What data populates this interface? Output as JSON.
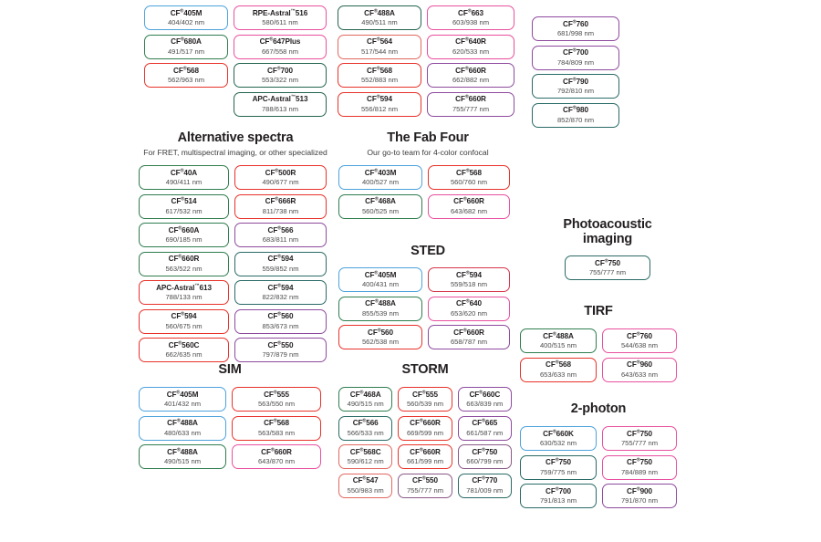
{
  "meta": {
    "reg_mark": "®",
    "tm_mark": "™"
  },
  "colors": {
    "blue": "#4da2dc",
    "green": "#2f7d4f",
    "darkgreen": "#24654f",
    "teal": "#2a6b66",
    "red": "#e8322a",
    "red2": "#e0453c",
    "salmon": "#e2685f",
    "crimson": "#d6354a",
    "pink": "#e8509f",
    "hotpink": "#e94d9b",
    "magenta": "#d9338c",
    "purple": "#8e4a9e",
    "violet": "#6f4a97",
    "plum": "#9c4f9c",
    "mauve": "#8a5a86",
    "text": "#231f20",
    "subtext": "#4c4c4e"
  },
  "top_groups": [
    {
      "id": "top-group-1",
      "columns": [
        {
          "items": [
            {
              "name": "CF",
              "sup": "®",
              "suffix": "405M",
              "spec": "404/402 nm",
              "color": "#4da2dc"
            },
            {
              "name": "CF",
              "sup": "®",
              "suffix": "680A",
              "spec": "491/517 nm",
              "color": "#2f7d4f"
            },
            {
              "name": "CF",
              "sup": "®",
              "suffix": "568",
              "spec": "562/963 nm",
              "color": "#e8322a"
            }
          ]
        },
        {
          "items": [
            {
              "name": "RPE-Astral",
              "sup": "™",
              "suffix": "516",
              "spec": "580/611 nm",
              "color": "#e8509f"
            },
            {
              "name": "CF",
              "sup": "®",
              "suffix": "647Plus",
              "spec": "667/558 nm",
              "color": "#e8509f"
            },
            {
              "name": "CF",
              "sup": "®",
              "suffix": "700",
              "spec": "553/322 nm",
              "color": "#24654f"
            },
            {
              "name": "APC-Astral",
              "sup": "™",
              "suffix": "513",
              "spec": "788/613 nm",
              "color": "#24654f"
            }
          ]
        }
      ]
    },
    {
      "id": "top-group-2",
      "columns": [
        {
          "items": [
            {
              "name": "CF",
              "sup": "®",
              "suffix": "488A",
              "spec": "490/511 nm",
              "color": "#24654f"
            },
            {
              "name": "CF",
              "sup": "®",
              "suffix": "564",
              "spec": "517/544 nm",
              "color": "#e2685f"
            },
            {
              "name": "CF",
              "sup": "®",
              "suffix": "568",
              "spec": "552/883 nm",
              "color": "#e8322a"
            },
            {
              "name": "CF",
              "sup": "®",
              "suffix": "594",
              "spec": "556/812 nm",
              "color": "#e8322a"
            }
          ]
        },
        {
          "items": [
            {
              "name": "CF",
              "sup": "®",
              "suffix": "663",
              "spec": "603/938 nm",
              "color": "#e8509f"
            },
            {
              "name": "CF",
              "sup": "®",
              "suffix": "640R",
              "spec": "620/533 nm",
              "color": "#e94d9b"
            },
            {
              "name": "CF",
              "sup": "®",
              "suffix": "660R",
              "spec": "662/882 nm",
              "color": "#8e4a9e"
            },
            {
              "name": "CF",
              "sup": "®",
              "suffix": "660R",
              "spec": "755/777 nm",
              "color": "#8e4a9e"
            }
          ]
        }
      ]
    },
    {
      "id": "top-group-3",
      "columns": [
        {
          "items": [
            {
              "name": "CF",
              "sup": "®",
              "suffix": "760",
              "spec": "681/998 nm",
              "color": "#8e4a9e"
            },
            {
              "name": "CF",
              "sup": "®",
              "suffix": "700",
              "spec": "784/809 nm",
              "color": "#8e4a9e"
            },
            {
              "name": "CF",
              "sup": "®",
              "suffix": "790",
              "spec": "792/810 nm",
              "color": "#2a6b66"
            },
            {
              "name": "CF",
              "sup": "®",
              "suffix": "980",
              "spec": "852/870 nm",
              "color": "#2a6b66"
            }
          ]
        }
      ]
    }
  ],
  "sections": [
    {
      "id": "alternative-spectra",
      "title": "Alternative spectra",
      "subtitle": "For FRET, multispectral imaging, or other specialized",
      "columns": [
        {
          "items": [
            {
              "name": "CF",
              "sup": "®",
              "suffix": "40A",
              "spec": "490/411 nm",
              "color": "#2f7d4f"
            },
            {
              "name": "CF",
              "sup": "®",
              "suffix": "514",
              "spec": "617/532 nm",
              "color": "#2f7d4f"
            },
            {
              "name": "CF",
              "sup": "®",
              "suffix": "660A",
              "spec": "690/185 nm",
              "color": "#2f7d4f"
            },
            {
              "name": "CF",
              "sup": "®",
              "suffix": "660R",
              "spec": "563/522 nm",
              "color": "#2f7d4f"
            },
            {
              "name": "APC-Astral",
              "sup": "™",
              "suffix": "613",
              "spec": "788/133 nm",
              "color": "#e8322a"
            },
            {
              "name": "CF",
              "sup": "®",
              "suffix": "594",
              "spec": "560/675 nm",
              "color": "#e8322a"
            },
            {
              "name": "CF",
              "sup": "®",
              "suffix": "560C",
              "spec": "662/635 nm",
              "color": "#e8322a"
            }
          ]
        },
        {
          "items": [
            {
              "name": "CF",
              "sup": "®",
              "suffix": "500R",
              "spec": "490/677 nm",
              "color": "#e8322a"
            },
            {
              "name": "CF",
              "sup": "®",
              "suffix": "666R",
              "spec": "811/738 nm",
              "color": "#e8322a"
            },
            {
              "name": "CF",
              "sup": "®",
              "suffix": "566",
              "spec": "683/811 nm",
              "color": "#8e4a9e"
            },
            {
              "name": "CF",
              "sup": "®",
              "suffix": "594",
              "spec": "559/852 nm",
              "color": "#2a6b66"
            },
            {
              "name": "CF",
              "sup": "®",
              "suffix": "594",
              "spec": "822/832 nm",
              "color": "#2a6b66"
            },
            {
              "name": "CF",
              "sup": "®",
              "suffix": "560",
              "spec": "853/673 nm",
              "color": "#8e4a9e"
            },
            {
              "name": "CF",
              "sup": "®",
              "suffix": "550",
              "spec": "797/879 nm",
              "color": "#8e4a9e"
            }
          ]
        }
      ]
    },
    {
      "id": "the-fab-four",
      "title": "The Fab Four",
      "subtitle": "Our go-to team for 4-color confocal",
      "columns": [
        {
          "items": [
            {
              "name": "CF",
              "sup": "®",
              "suffix": "403M",
              "spec": "400/527 nm",
              "color": "#4da2dc"
            },
            {
              "name": "CF",
              "sup": "®",
              "suffix": "468A",
              "spec": "560/525 nm",
              "color": "#2f7d4f"
            }
          ]
        },
        {
          "items": [
            {
              "name": "CF",
              "sup": "®",
              "suffix": "568",
              "spec": "560/760 nm",
              "color": "#e8322a"
            },
            {
              "name": "CF",
              "sup": "®",
              "suffix": "660R",
              "spec": "643/682 nm",
              "color": "#e8509f"
            }
          ]
        }
      ]
    },
    {
      "id": "sted",
      "title": "STED",
      "subtitle": "",
      "columns": [
        {
          "items": [
            {
              "name": "CF",
              "sup": "®",
              "suffix": "405M",
              "spec": "400/431 nm",
              "color": "#4da2dc"
            },
            {
              "name": "CF",
              "sup": "®",
              "suffix": "488A",
              "spec": "855/539 nm",
              "color": "#2f7d4f"
            },
            {
              "name": "CF",
              "sup": "®",
              "suffix": "560",
              "spec": "562/538 nm",
              "color": "#e8322a"
            }
          ]
        },
        {
          "items": [
            {
              "name": "CF",
              "sup": "®",
              "suffix": "594",
              "spec": "559/518 nm",
              "color": "#d6354a"
            },
            {
              "name": "CF",
              "sup": "®",
              "suffix": "640",
              "spec": "653/620 nm",
              "color": "#e8509f"
            },
            {
              "name": "CF",
              "sup": "®",
              "suffix": "660R",
              "spec": "658/787 nm",
              "color": "#8e4a9e"
            }
          ]
        }
      ]
    },
    {
      "id": "photoacoustic-imaging",
      "title": "Photoacoustic imaging",
      "subtitle": "",
      "columns": [
        {
          "items": [
            {
              "name": "CF",
              "sup": "®",
              "suffix": "750",
              "spec": "755/777 nm",
              "color": "#2a6b66"
            }
          ]
        }
      ]
    },
    {
      "id": "tirf",
      "title": "TIRF",
      "subtitle": "",
      "columns": [
        {
          "items": [
            {
              "name": "CF",
              "sup": "®",
              "suffix": "488A",
              "spec": "400/515 nm",
              "color": "#2f7d4f"
            },
            {
              "name": "CF",
              "sup": "®",
              "suffix": "568",
              "spec": "653/633 nm",
              "color": "#e8322a"
            }
          ]
        },
        {
          "items": [
            {
              "name": "CF",
              "sup": "®",
              "suffix": "760",
              "spec": "544/638 nm",
              "color": "#e8509f"
            },
            {
              "name": "CF",
              "sup": "®",
              "suffix": "960",
              "spec": "643/633 nm",
              "color": "#e8509f"
            }
          ]
        }
      ]
    },
    {
      "id": "two-photon",
      "title": "2-photon",
      "subtitle": "",
      "columns": [
        {
          "items": [
            {
              "name": "CF",
              "sup": "®",
              "suffix": "660K",
              "spec": "630/532 nm",
              "color": "#4da2dc"
            },
            {
              "name": "CF",
              "sup": "®",
              "suffix": "750",
              "spec": "759/775 nm",
              "color": "#2a6b66"
            },
            {
              "name": "CF",
              "sup": "®",
              "suffix": "700",
              "spec": "791/813 nm",
              "color": "#2a6b66"
            }
          ]
        },
        {
          "items": [
            {
              "name": "CF",
              "sup": "®",
              "suffix": "750",
              "spec": "755/777 nm",
              "color": "#e8509f"
            },
            {
              "name": "CF",
              "sup": "®",
              "suffix": "750",
              "spec": "784/889 nm",
              "color": "#e8509f"
            },
            {
              "name": "CF",
              "sup": "®",
              "suffix": "900",
              "spec": "791/870 nm",
              "color": "#8e4a9e"
            }
          ]
        }
      ]
    },
    {
      "id": "sim",
      "title": "SIM",
      "subtitle": "",
      "columns": [
        {
          "items": [
            {
              "name": "CF",
              "sup": "®",
              "suffix": "405M",
              "spec": "401/432 nm",
              "color": "#4da2dc"
            },
            {
              "name": "CF",
              "sup": "®",
              "suffix": "488A",
              "spec": "480/633 nm",
              "color": "#4da2dc"
            },
            {
              "name": "CF",
              "sup": "®",
              "suffix": "488A",
              "spec": "490/515 nm",
              "color": "#2f7d4f"
            }
          ]
        },
        {
          "items": [
            {
              "name": "CF",
              "sup": "®",
              "suffix": "555",
              "spec": "563/550 nm",
              "color": "#e8322a"
            },
            {
              "name": "CF",
              "sup": "®",
              "suffix": "568",
              "spec": "563/583 nm",
              "color": "#e8322a"
            },
            {
              "name": "CF",
              "sup": "®",
              "suffix": "660R",
              "spec": "643/870 nm",
              "color": "#e8509f"
            }
          ]
        }
      ]
    },
    {
      "id": "storm",
      "title": "STORM",
      "subtitle": "",
      "columns": [
        {
          "items": [
            {
              "name": "CF",
              "sup": "®",
              "suffix": "468A",
              "spec": "490/515 nm",
              "color": "#2f7d4f"
            },
            {
              "name": "CF",
              "sup": "®",
              "suffix": "566",
              "spec": "566/533 nm",
              "color": "#2a6b66"
            },
            {
              "name": "CF",
              "sup": "®",
              "suffix": "568C",
              "spec": "590/612 nm",
              "color": "#e2685f"
            },
            {
              "name": "CF",
              "sup": "®",
              "suffix": "547",
              "spec": "550/983 nm",
              "color": "#e2685f"
            }
          ]
        },
        {
          "items": [
            {
              "name": "CF",
              "sup": "®",
              "suffix": "555",
              "spec": "560/539 nm",
              "color": "#e8322a"
            },
            {
              "name": "CF",
              "sup": "®",
              "suffix": "660R",
              "spec": "669/599 nm",
              "color": "#e8322a"
            },
            {
              "name": "CF",
              "sup": "®",
              "suffix": "660R",
              "spec": "661/599 nm",
              "color": "#e8322a"
            },
            {
              "name": "CF",
              "sup": "®",
              "suffix": "550",
              "spec": "755/777 nm",
              "color": "#8a5a86"
            }
          ]
        },
        {
          "items": [
            {
              "name": "CF",
              "sup": "®",
              "suffix": "660C",
              "spec": "663/839 nm",
              "color": "#8e4a9e"
            },
            {
              "name": "CF",
              "sup": "®",
              "suffix": "665",
              "spec": "661/587 nm",
              "color": "#8e4a9e"
            },
            {
              "name": "CF",
              "sup": "®",
              "suffix": "750",
              "spec": "660/799 nm",
              "color": "#8a5a86"
            },
            {
              "name": "CF",
              "sup": "®",
              "suffix": "770",
              "spec": "781/009 nm",
              "color": "#2a6b66"
            }
          ]
        }
      ]
    }
  ]
}
